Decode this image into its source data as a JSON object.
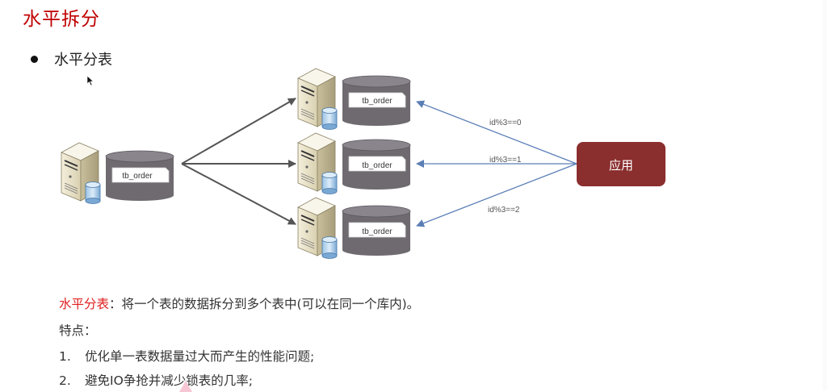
{
  "slide": {
    "title": "水平拆分",
    "bullet": "水平分表",
    "diagram": {
      "source_table": "tb_order",
      "target_tables": [
        "tb_order",
        "tb_order",
        "tb_order"
      ],
      "app_label": "应用",
      "route_labels": [
        "id%3==0",
        "id%3==1",
        "id%3==2"
      ],
      "colors": {
        "app_box": "#8b2e2e",
        "route_arrow": "#5b7fb5",
        "split_arrow": "#555555",
        "cylinder": "#6f6a70"
      }
    },
    "description": {
      "highlight": "水平分表",
      "text": "：将一个表的数据拆分到多个表中(可以在同一个库内)。"
    },
    "features_label": "特点：",
    "features": [
      {
        "num": "1.",
        "text": "优化单一表数据量过大而产生的性能问题;"
      },
      {
        "num": "2.",
        "text": "避免IO争抢并减少锁表的几率;"
      }
    ]
  }
}
